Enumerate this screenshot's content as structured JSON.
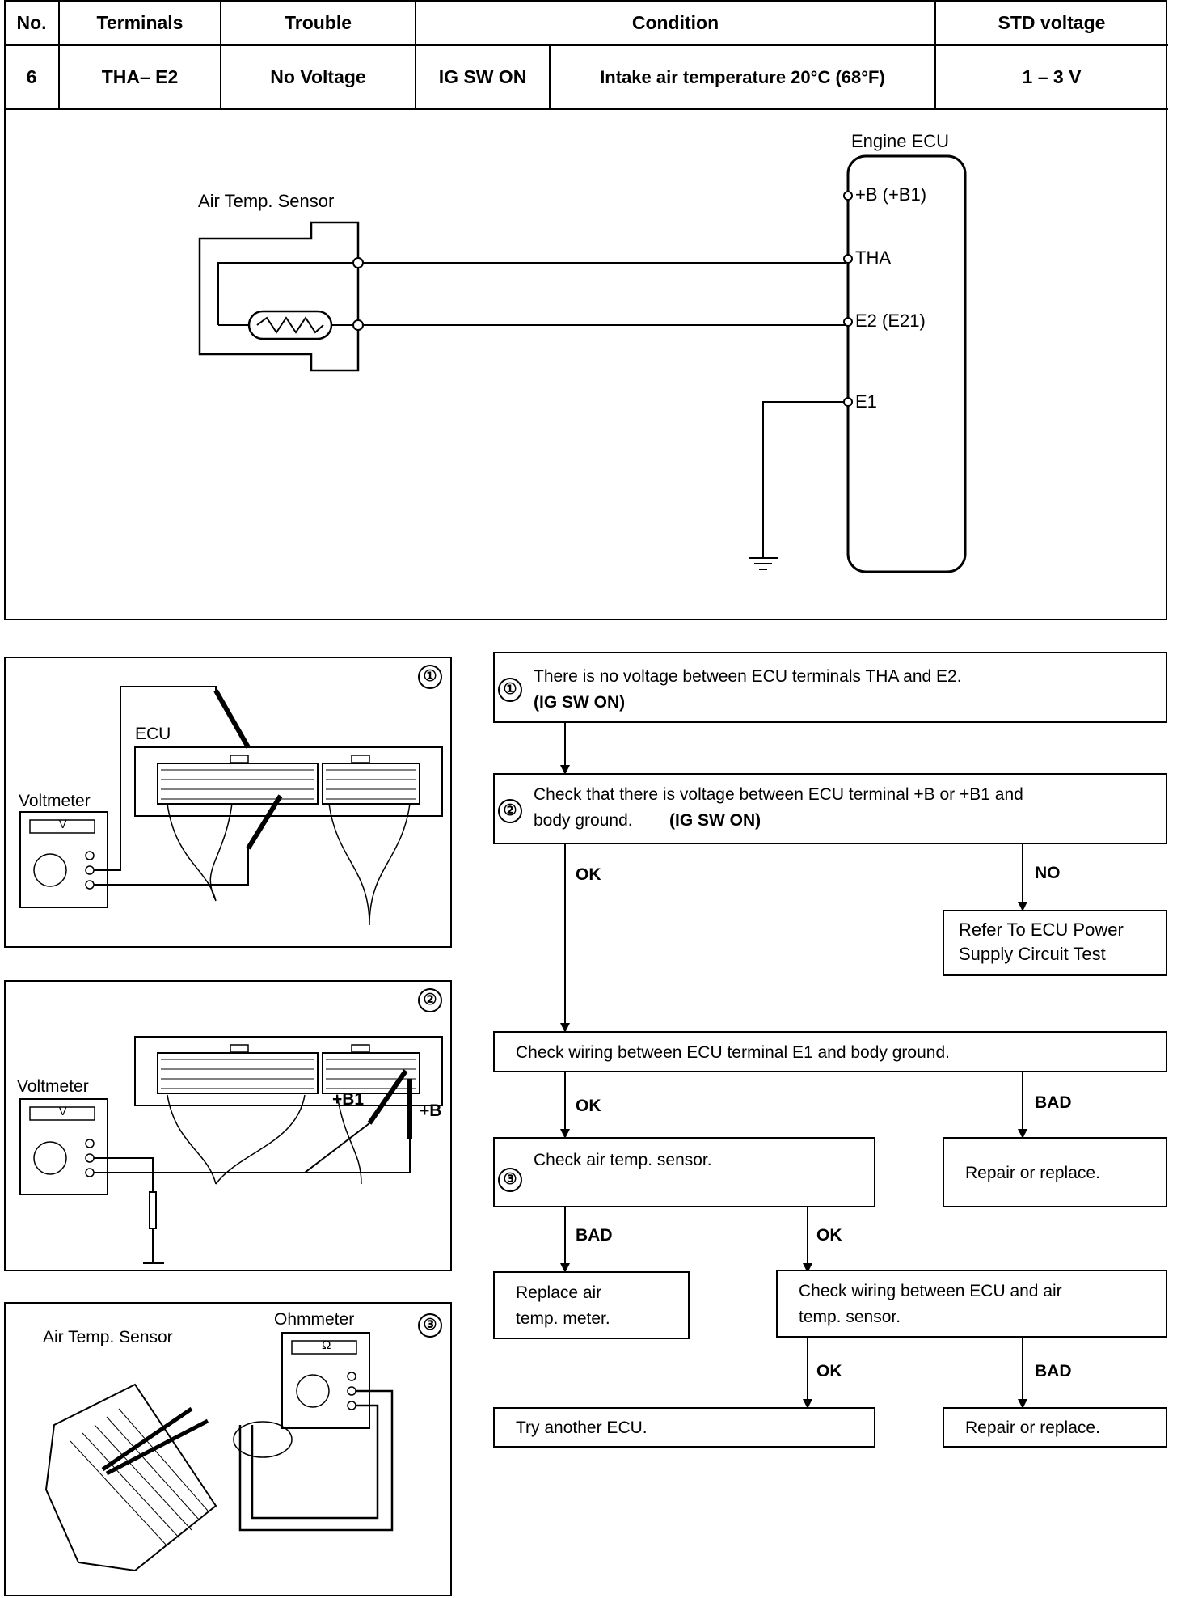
{
  "header_table": {
    "columns": [
      "No.",
      "Terminals",
      "Trouble",
      "Condition",
      "STD voltage"
    ],
    "row": {
      "no": "6",
      "terminals": "THA– E2",
      "trouble": "No Voltage",
      "condition_switch": "IG SW ON",
      "condition_detail": "Intake air temperature 20°C (68°F)",
      "std_voltage": "1 – 3 V"
    }
  },
  "circuit": {
    "sensor_label": "Air Temp. Sensor",
    "ecu_label": "Engine ECU",
    "terminals": [
      "+B (+B1)",
      "THA",
      "E2 (E21)",
      "E1"
    ]
  },
  "panels": {
    "p1": {
      "number": "①",
      "ecu": "ECU",
      "meter": "Voltmeter",
      "meter_face": "V"
    },
    "p2": {
      "number": "②",
      "meter": "Voltmeter",
      "meter_face": "V",
      "pin_b1": "+B1",
      "pin_b": "+B"
    },
    "p3": {
      "number": "③",
      "sensor": "Air Temp. Sensor",
      "meter": "Ohmmeter",
      "meter_face": "Ω"
    }
  },
  "flowchart": {
    "step1": {
      "num": "①",
      "text": "There is no voltage between ECU terminals THA and E2.",
      "cond": "(IG SW ON)"
    },
    "step2": {
      "num": "②",
      "text": "Check that there is voltage between ECU terminal +B or +B1 and",
      "text2": "body ground.",
      "cond": "(IG SW ON)"
    },
    "power_ref": {
      "line1": "Refer To ECU Power",
      "line2": "Supply Circuit Test"
    },
    "e1_check": "Check wiring between ECU terminal E1 and body ground.",
    "step3": {
      "num": "③",
      "text": "Check air temp. sensor."
    },
    "repair1": "Repair or replace.",
    "replace": {
      "line1": "Replace air",
      "line2": "temp. meter."
    },
    "wiring": {
      "line1": "Check wiring between ECU and air",
      "line2": "temp. sensor."
    },
    "try_ecu": "Try another ECU.",
    "repair2": "Repair or replace.",
    "labels": {
      "ok": "OK",
      "no": "NO",
      "bad": "BAD"
    }
  }
}
